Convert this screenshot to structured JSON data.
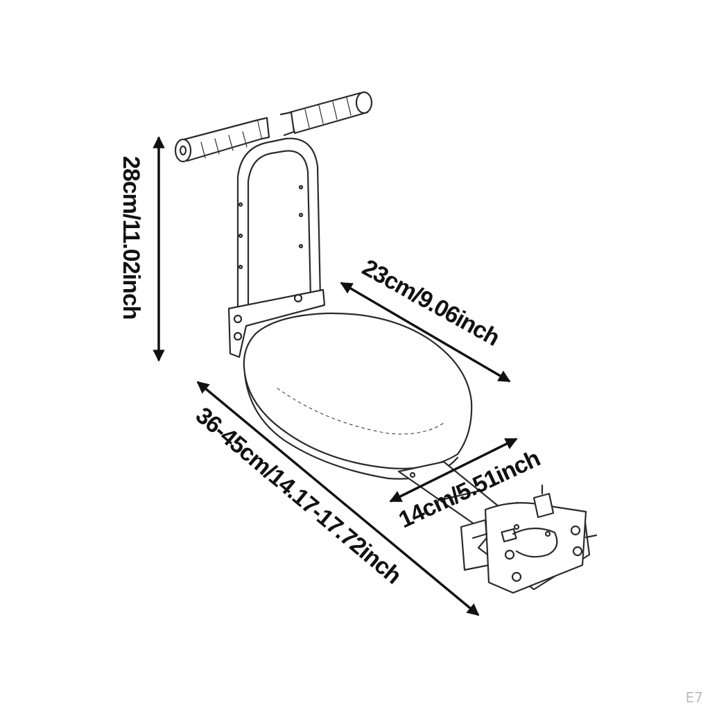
{
  "dimensions": {
    "height": "28cm/11.02inch",
    "seat_width": "23cm/9.06inch",
    "length": "36-45cm/14.17-17.72inch",
    "bracket": "14cm/5.51inch"
  },
  "watermark": "E7",
  "colors": {
    "ink": "#111111",
    "line": "#2a2a2a",
    "watermark": "#bdbdbd"
  }
}
